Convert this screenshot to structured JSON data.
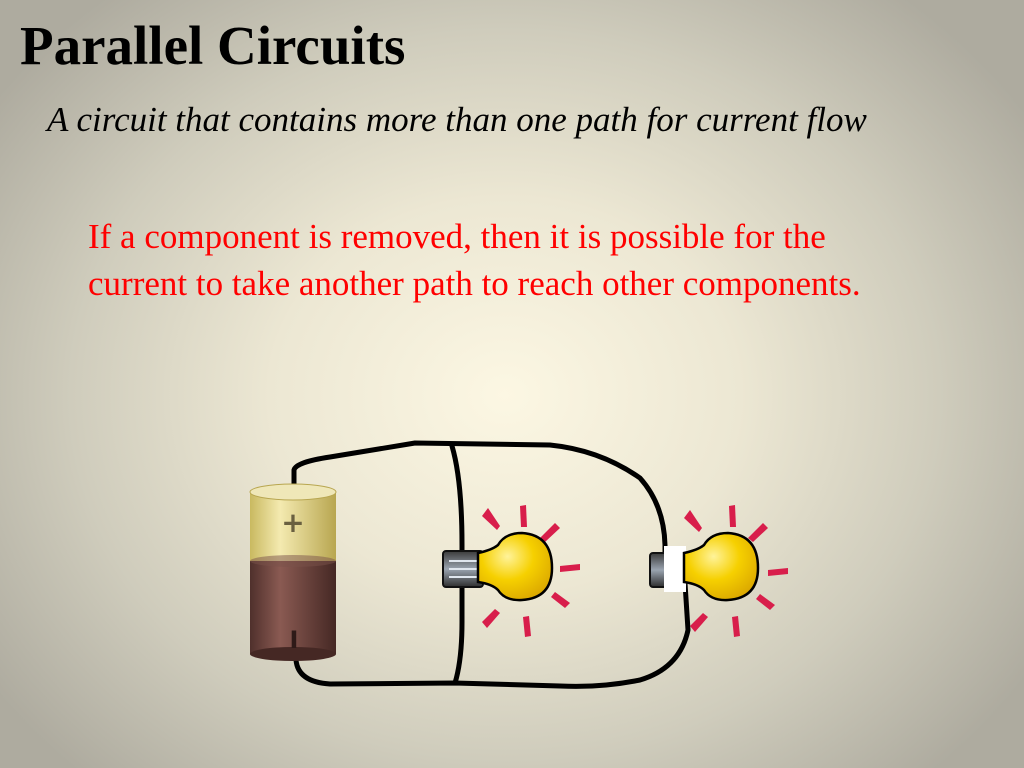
{
  "slide": {
    "title": "Parallel Circuits",
    "subtitle": "A circuit that contains more than one path for current flow",
    "body": "If a component is removed, then it is possible for the current to take another path to reach other components."
  },
  "diagram": {
    "battery": {
      "positive_label": "+",
      "negative_label": "I"
    },
    "bulbs": [
      {
        "name": "bulb-1",
        "socket": "connected"
      },
      {
        "name": "bulb-2",
        "socket": "removed"
      }
    ],
    "colors": {
      "text_body": "#ff0000",
      "wire": "#000000",
      "bulb_glass": "#f5c800",
      "light_rays": "#d81e4b",
      "battery_top": "#e6d98a",
      "battery_bottom": "#6f4640"
    }
  }
}
